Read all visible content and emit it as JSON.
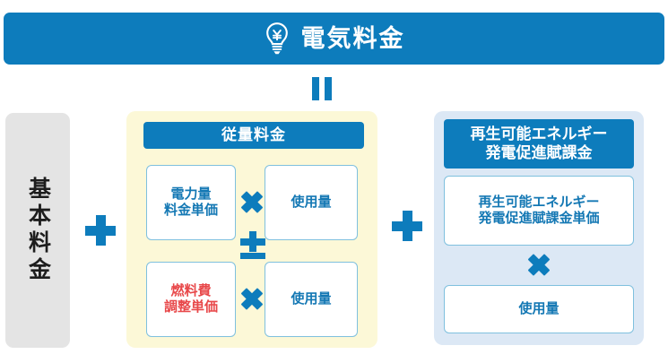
{
  "header": {
    "icon": "lightbulb-yen-icon",
    "title": "電気料金",
    "bar_color": "#0D7CBC"
  },
  "operators": {
    "equals": "=",
    "plus_basic_to_juryo": "+",
    "plus_juryo_to_saiene": "+",
    "times": "×",
    "plus_minus": "±"
  },
  "basic_charge": {
    "label": "基本料金",
    "box_color": "#E4E4E4"
  },
  "metered_charge": {
    "header": "従量料金",
    "panel_color": "#FCF8D7",
    "rows": [
      {
        "unit_price": "電力量\n料金単価",
        "unit_price_line1": "電力量",
        "unit_price_line2": "料金単価",
        "unit_price_color": "#1478B4",
        "operator": "×",
        "quantity": "使用量"
      },
      {
        "unit_price": "燃料費\n調整単価",
        "unit_price_line1": "燃料費",
        "unit_price_line2": "調整単価",
        "unit_price_color": "#E8484A",
        "operator": "×",
        "quantity": "使用量"
      }
    ],
    "row_separator_operator": "±"
  },
  "renewable_levy": {
    "header_line1": "再生可能エネルギー",
    "header_line2": "発電促進賦課金",
    "panel_color": "#DCE8F5",
    "unit_price_line1": "再生可能エネルギー",
    "unit_price_line2": "発電促進賦課金単価",
    "operator": "×",
    "quantity": "使用量"
  },
  "colors": {
    "primary_blue": "#0D7CBC",
    "text_blue": "#1478B4",
    "accent_red": "#E8484A",
    "border_blue": "#7FC0DE",
    "yellow_panel": "#FCF8D7",
    "blue_panel": "#DCE8F5",
    "gray_box": "#E4E4E4"
  }
}
